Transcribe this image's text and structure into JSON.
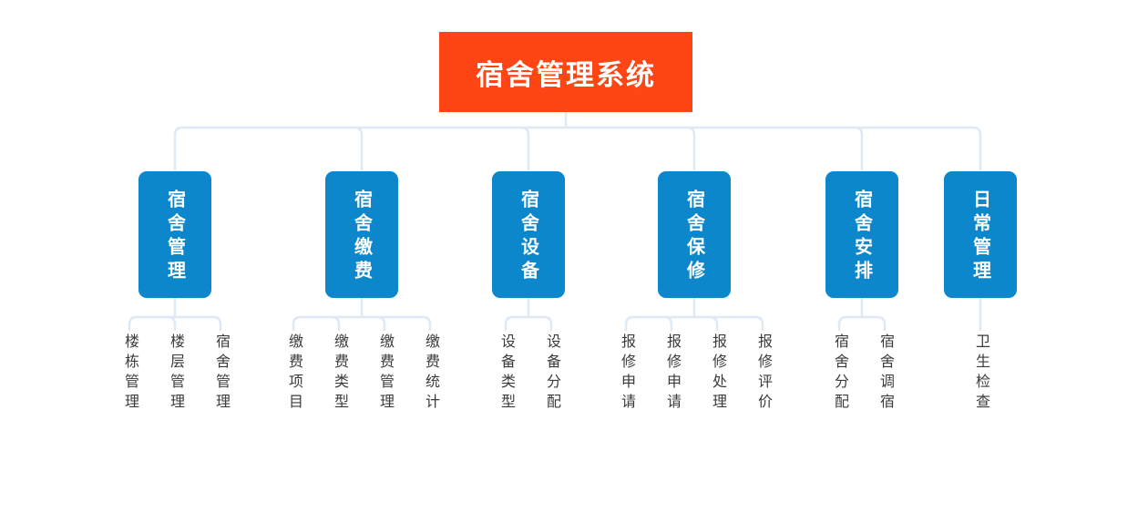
{
  "root": {
    "label": "宿舍管理系统"
  },
  "branches": [
    {
      "label": "宿舍管理",
      "children": [
        "楼栋管理",
        "楼层管理",
        "宿舍管理"
      ]
    },
    {
      "label": "宿舍缴费",
      "children": [
        "缴费项目",
        "缴费类型",
        "缴费管理",
        "缴费统计"
      ]
    },
    {
      "label": "宿舍设备",
      "children": [
        "设备类型",
        "设备分配"
      ]
    },
    {
      "label": "宿舍保修",
      "children": [
        "报修申请",
        "报修申请",
        "报修处理",
        "报修评价"
      ]
    },
    {
      "label": "宿舍安排",
      "children": [
        "宿舍分配",
        "宿舍调宿"
      ]
    },
    {
      "label": "日常管理",
      "children": [
        "卫生检查"
      ]
    }
  ],
  "colors": {
    "background": "#ffffff",
    "root_bg": "#ff4514",
    "root_text": "#ffffff",
    "branch_bg": "#0d87cb",
    "branch_text": "#ffffff",
    "leaf_text": "#3b3b3b",
    "connector": "#dde9f6"
  }
}
